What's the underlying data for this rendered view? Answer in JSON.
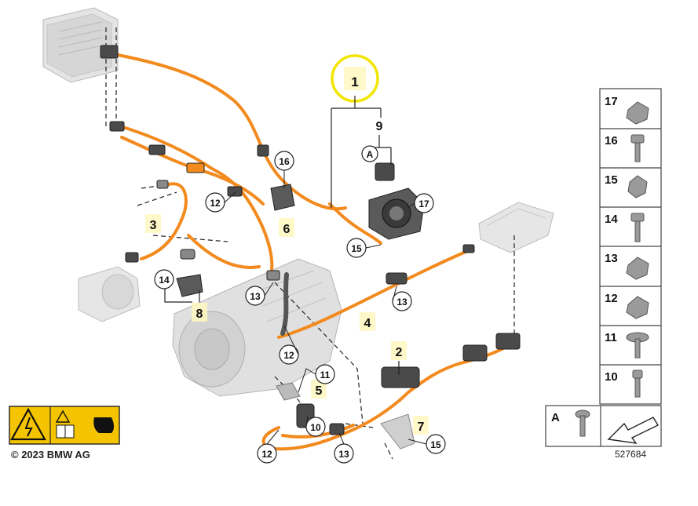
{
  "diagram": {
    "title_label": "1",
    "assembly_label": "9",
    "sub_a_label": "A",
    "labels": {
      "p2": "2",
      "p3": "3",
      "p4": "4",
      "p5": "5",
      "p6": "6",
      "p7": "7",
      "p8": "8",
      "p10": "10",
      "p11": "11",
      "p12a": "12",
      "p12b": "12",
      "p12c": "12",
      "p13a": "13",
      "p13b": "13",
      "p13c": "13",
      "p14": "14",
      "p15a": "15",
      "p15b": "15",
      "p16": "16",
      "p17": "17"
    },
    "colors": {
      "cable": "#f28a1e",
      "highlight": "#f2e600",
      "part_gray": "#cfcfcf",
      "part_dark": "#444444",
      "warning_yellow": "#f5c400"
    }
  },
  "parts_list": {
    "items": [
      "17",
      "16",
      "15",
      "14",
      "13",
      "12",
      "11",
      "10"
    ],
    "detail_label": "A"
  },
  "copyright": "© 2023 BMW AG",
  "drawing_number": "527684"
}
